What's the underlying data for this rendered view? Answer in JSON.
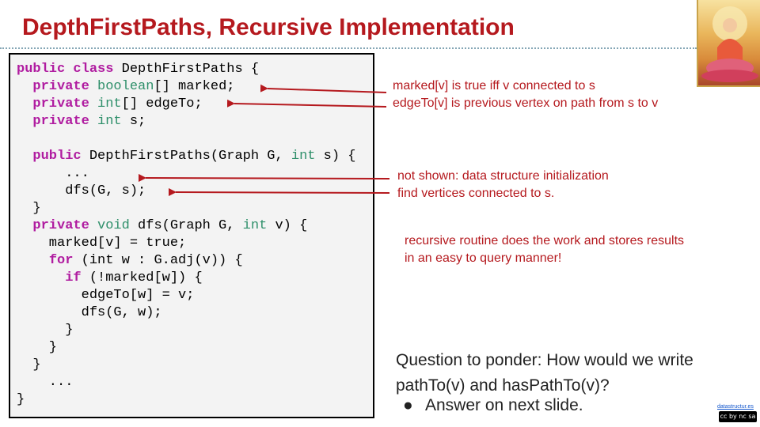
{
  "slide": {
    "title": "DepthFirstPaths, Recursive Implementation"
  },
  "code": {
    "lines": [
      {
        "text": "public class DepthFirstPaths {",
        "tokens": [
          {
            "t": "public class ",
            "c": "kw"
          },
          {
            "t": "DepthFirstPaths {",
            "c": ""
          }
        ]
      },
      {
        "text": "  private boolean[] marked;",
        "tokens": [
          {
            "t": "  ",
            "c": ""
          },
          {
            "t": "private ",
            "c": "kw"
          },
          {
            "t": "boolean",
            "c": "ty"
          },
          {
            "t": "[] marked;",
            "c": ""
          }
        ]
      },
      {
        "text": "  private int[] edgeTo;",
        "tokens": [
          {
            "t": "  ",
            "c": ""
          },
          {
            "t": "private ",
            "c": "kw"
          },
          {
            "t": "int",
            "c": "ty"
          },
          {
            "t": "[] edgeTo;",
            "c": ""
          }
        ]
      },
      {
        "text": "  private int s;",
        "tokens": [
          {
            "t": "  ",
            "c": ""
          },
          {
            "t": "private ",
            "c": "kw"
          },
          {
            "t": "int",
            "c": "ty"
          },
          {
            "t": " s;",
            "c": ""
          }
        ]
      },
      {
        "text": "",
        "tokens": []
      },
      {
        "text": "  public DepthFirstPaths(Graph G, int s) {",
        "tokens": [
          {
            "t": "  ",
            "c": ""
          },
          {
            "t": "public ",
            "c": "kw"
          },
          {
            "t": "DepthFirstPaths(Graph G, ",
            "c": ""
          },
          {
            "t": "int",
            "c": "ty"
          },
          {
            "t": " s) {",
            "c": ""
          }
        ]
      },
      {
        "text": "      ...",
        "tokens": [
          {
            "t": "      ...",
            "c": ""
          }
        ]
      },
      {
        "text": "      dfs(G, s);",
        "tokens": [
          {
            "t": "      dfs(G, s);",
            "c": ""
          }
        ]
      },
      {
        "text": "  }",
        "tokens": [
          {
            "t": "  }",
            "c": ""
          }
        ]
      },
      {
        "text": "  private void dfs(Graph G, int v) {",
        "tokens": [
          {
            "t": "  ",
            "c": ""
          },
          {
            "t": "private ",
            "c": "kw"
          },
          {
            "t": "void",
            "c": "ty"
          },
          {
            "t": " dfs(Graph G, ",
            "c": ""
          },
          {
            "t": "int",
            "c": "ty"
          },
          {
            "t": " v) {",
            "c": ""
          }
        ]
      },
      {
        "text": "    marked[v] = true;",
        "tokens": [
          {
            "t": "    marked[v] = true;",
            "c": ""
          }
        ]
      },
      {
        "text": "    for (int w : G.adj(v)) {",
        "tokens": [
          {
            "t": "    ",
            "c": ""
          },
          {
            "t": "for",
            "c": "kw"
          },
          {
            "t": " (int w : G.adj(v)) {",
            "c": ""
          }
        ]
      },
      {
        "text": "      if (!marked[w]) {",
        "tokens": [
          {
            "t": "      ",
            "c": ""
          },
          {
            "t": "if",
            "c": "kw"
          },
          {
            "t": " (!marked[w]) {",
            "c": ""
          }
        ]
      },
      {
        "text": "        edgeTo[w] = v;",
        "tokens": [
          {
            "t": "        edgeTo[w] = v;",
            "c": ""
          }
        ]
      },
      {
        "text": "        dfs(G, w);",
        "tokens": [
          {
            "t": "        dfs(G, w);",
            "c": ""
          }
        ]
      },
      {
        "text": "      }",
        "tokens": [
          {
            "t": "      }",
            "c": ""
          }
        ]
      },
      {
        "text": "    }",
        "tokens": [
          {
            "t": "    }",
            "c": ""
          }
        ]
      },
      {
        "text": "  }",
        "tokens": [
          {
            "t": "  }",
            "c": ""
          }
        ]
      },
      {
        "text": "    ...",
        "tokens": [
          {
            "t": "    ...",
            "c": ""
          }
        ]
      },
      {
        "text": "}",
        "tokens": [
          {
            "t": "}",
            "c": ""
          }
        ]
      }
    ]
  },
  "annotations": {
    "marked": "marked[v] is true iff v connected to s",
    "edgeTo": "edgeTo[v] is previous vertex on path from s to v",
    "init": "not shown: data structure initialization",
    "dfs_call": "find vertices connected to s.",
    "recursive_line1": "recursive routine does the work and stores results",
    "recursive_line2": "in an easy to query manner!"
  },
  "question": {
    "text": "Question to ponder: How would we write pathTo(v) and hasPathTo(v)?",
    "bullet": "Answer on next slide."
  },
  "footer": {
    "link": "datastructur.es",
    "license": "cc by nc sa"
  },
  "colors": {
    "title": "#b5191e",
    "annotation": "#b5191e",
    "keyword": "#b01ca0",
    "type": "#2e8f6a",
    "code_bg": "#f3f3f3"
  }
}
